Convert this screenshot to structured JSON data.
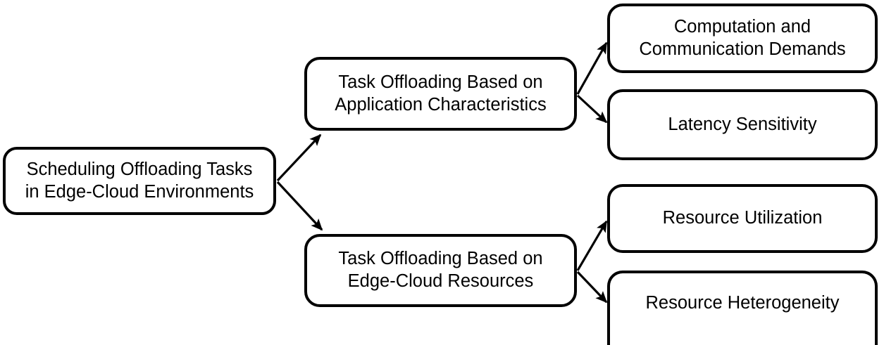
{
  "diagram": {
    "type": "hierarchy-tree",
    "orientation": "left-to-right",
    "background_color": "#ffffff",
    "node_border_color": "#000000",
    "node_fill_color": "#ffffff",
    "text_color": "#000000",
    "edge_color": "#000000",
    "nodes": {
      "root": {
        "label": "Scheduling Offloading Tasks\nin Edge-Cloud Environments",
        "level": 1
      },
      "app_characteristics": {
        "label": "Task Offloading Based on\nApplication Characteristics",
        "level": 2
      },
      "edge_cloud_resources": {
        "label": "Task Offloading Based on\nEdge-Cloud Resources",
        "level": 2
      },
      "computation_communication": {
        "label": "Computation and\nCommunication Demands",
        "level": 3
      },
      "latency_sensitivity": {
        "label": "Latency Sensitivity",
        "level": 3
      },
      "resource_utilization": {
        "label": "Resource Utilization",
        "level": 3
      },
      "resource_heterogeneity": {
        "label": "Resource Heterogeneity",
        "level": 3
      }
    },
    "edges": [
      {
        "from": "root",
        "to": "app_characteristics",
        "arrowhead": "filled-triangle"
      },
      {
        "from": "root",
        "to": "edge_cloud_resources",
        "arrowhead": "filled-triangle"
      },
      {
        "from": "app_characteristics",
        "to": "computation_communication",
        "arrowhead": "filled-triangle"
      },
      {
        "from": "app_characteristics",
        "to": "latency_sensitivity",
        "arrowhead": "filled-triangle"
      },
      {
        "from": "edge_cloud_resources",
        "to": "resource_utilization",
        "arrowhead": "filled-triangle"
      },
      {
        "from": "edge_cloud_resources",
        "to": "resource_heterogeneity",
        "arrowhead": "filled-triangle"
      }
    ]
  }
}
